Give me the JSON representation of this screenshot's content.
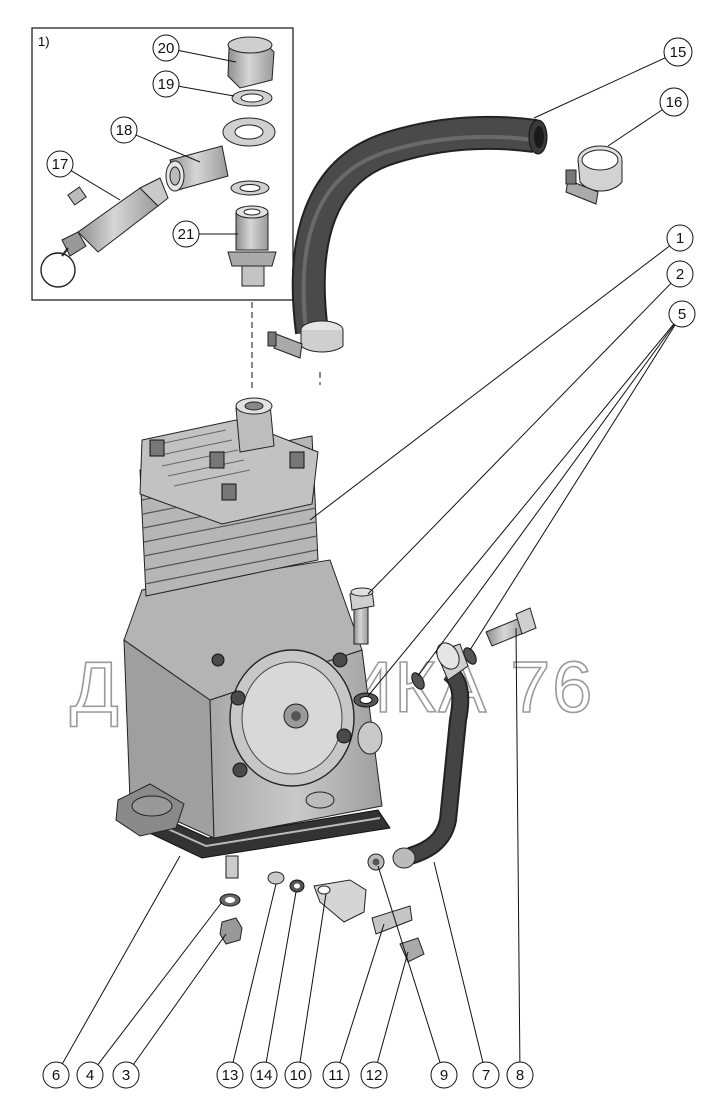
{
  "inset": {
    "label": "1)"
  },
  "watermark": {
    "text": "ДИНАМИКА 76"
  },
  "callouts": [
    {
      "id": "15",
      "label": "15"
    },
    {
      "id": "16",
      "label": "16"
    },
    {
      "id": "1",
      "label": "1"
    },
    {
      "id": "2",
      "label": "2"
    },
    {
      "id": "5",
      "label": "5"
    },
    {
      "id": "20",
      "label": "20"
    },
    {
      "id": "19",
      "label": "19"
    },
    {
      "id": "18",
      "label": "18"
    },
    {
      "id": "17",
      "label": "17"
    },
    {
      "id": "21",
      "label": "21"
    },
    {
      "id": "6",
      "label": "6"
    },
    {
      "id": "4",
      "label": "4"
    },
    {
      "id": "3",
      "label": "3"
    },
    {
      "id": "13",
      "label": "13"
    },
    {
      "id": "14",
      "label": "14"
    },
    {
      "id": "10",
      "label": "10"
    },
    {
      "id": "11",
      "label": "11"
    },
    {
      "id": "12",
      "label": "12"
    },
    {
      "id": "9",
      "label": "9"
    },
    {
      "id": "7",
      "label": "7"
    },
    {
      "id": "8",
      "label": "8"
    }
  ],
  "colors": {
    "hose": "#3a3a3a",
    "metal": "#b9b9b9",
    "metal_dark": "#8c8c8c",
    "metal_light": "#dcdcdc",
    "line": "#111111"
  }
}
